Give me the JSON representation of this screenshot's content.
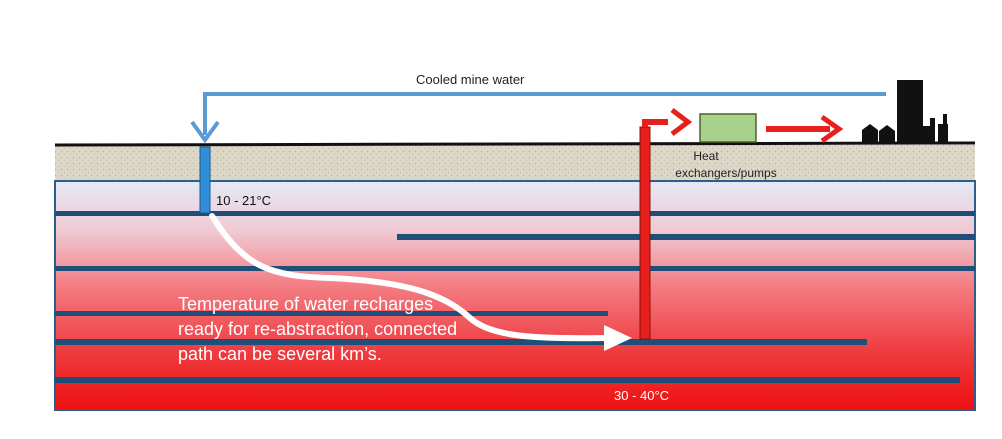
{
  "labels": {
    "cooled_water": "Cooled mine water",
    "heat_exchangers_line1": "Heat",
    "heat_exchangers_line2": "exchangers/pumps",
    "temp_top": "10 - 21°C",
    "temp_bottom": "30 - 40°C",
    "annotation_line1": "Temperature of water recharges",
    "annotation_line2": "ready for re-abstraction, connected",
    "annotation_line3": "path can be several km’s."
  },
  "colors": {
    "cool_pipe": "#5b9bd5",
    "injection_well": "#2f8fd8",
    "hot_pipe": "#e8201c",
    "arrow_red": "#e8201c",
    "heat_exchanger_fill": "#a9d18e",
    "heat_exchanger_stroke": "#4f6228",
    "mine_layer": "#1f4e79",
    "ground_surface": "#dcd6c6",
    "buildings": "#111111",
    "gradient_top": "#dfe6f6",
    "gradient_bottom": "#ee1111"
  }
}
